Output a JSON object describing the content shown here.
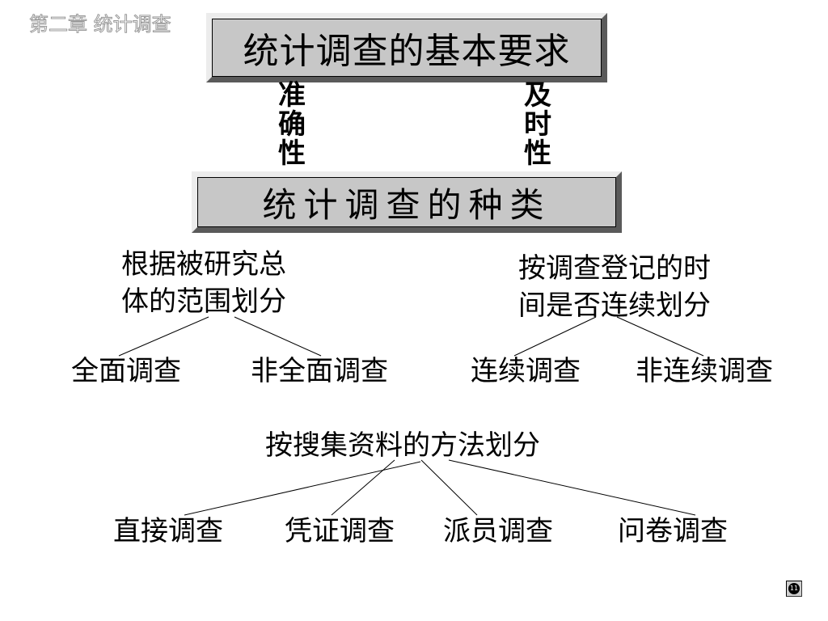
{
  "chapter_header": "第二章 统计调查",
  "title_requirements": "统计调查的基本要求",
  "requirement_left": [
    "准",
    "确",
    "性"
  ],
  "requirement_right": [
    "及",
    "时",
    "性"
  ],
  "title_types": "统计调查的种类",
  "scope_division": {
    "heading_line1": "根据被研究总",
    "heading_line2": "体的范围划分",
    "children": [
      "全面调查",
      "非全面调查"
    ]
  },
  "time_division": {
    "heading_line1": "按调查登记的时",
    "heading_line2": "间是否连续划分",
    "children": [
      "连续调查",
      "非连续调查"
    ]
  },
  "method_division": {
    "heading": "按搜集资料的方法划分",
    "children": [
      "直接调查",
      "凭证调查",
      "派员调查",
      "问卷调查"
    ]
  },
  "page_badge": "11"
}
